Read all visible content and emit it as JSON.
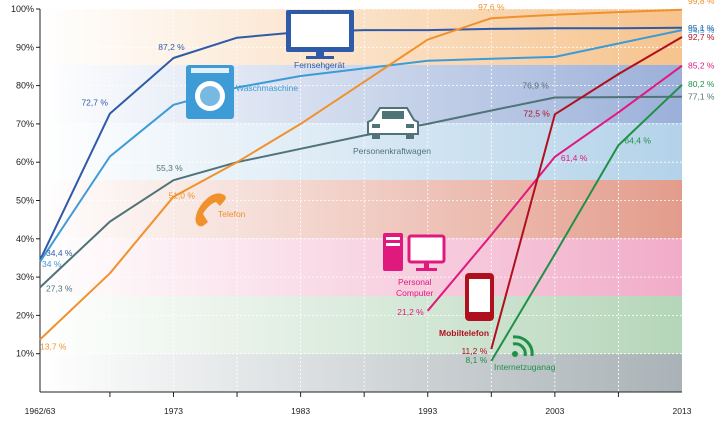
{
  "chart_data": {
    "type": "line",
    "title": "",
    "xlabel": "",
    "ylabel": "",
    "ylim": [
      0,
      100
    ],
    "xlim": [
      1962.5,
      2013
    ],
    "y_ticks": [
      "10%",
      "20%",
      "30%",
      "40%",
      "50%",
      "60%",
      "70%",
      "80%",
      "90%",
      "100%"
    ],
    "x_ticks": [
      {
        "x": 1962.5,
        "label": "1962/63"
      },
      {
        "x": 1973,
        "label": "1973"
      },
      {
        "x": 1983,
        "label": "1983"
      },
      {
        "x": 1993,
        "label": "1993"
      },
      {
        "x": 2003,
        "label": "2003"
      },
      {
        "x": 2013,
        "label": "2013"
      }
    ],
    "grid": true,
    "legend": "inline labels with icons",
    "series": [
      {
        "name": "Fernsehgerät",
        "color": "#2e5aa8",
        "icon": "television-icon",
        "points": [
          [
            1962.5,
            34.4
          ],
          [
            1968,
            72.7
          ],
          [
            1973,
            87.2
          ],
          [
            1978,
            92.5
          ],
          [
            1983,
            94.0
          ],
          [
            1988,
            94.5
          ],
          [
            1993,
            94.5
          ],
          [
            1998,
            94.8
          ],
          [
            2003,
            95.0
          ],
          [
            2008,
            95.0
          ],
          [
            2013,
            95.1
          ]
        ],
        "labels": [
          {
            "x": 1962.5,
            "y": 34.4,
            "text": "34,4 %"
          },
          {
            "x": 1968,
            "y": 72.7,
            "text": "72,7 %"
          },
          {
            "x": 1973,
            "y": 87.2,
            "text": "87,2 %"
          },
          {
            "x": 2013,
            "y": 95.1,
            "text": "95,1 %"
          }
        ]
      },
      {
        "name": "Waschmaschine",
        "color": "#3d9bd6",
        "icon": "washing-machine-icon",
        "points": [
          [
            1962.5,
            34.0
          ],
          [
            1968,
            61.5
          ],
          [
            1973,
            75.0
          ],
          [
            1978,
            79.5
          ],
          [
            1983,
            82.5
          ],
          [
            1988,
            84.5
          ],
          [
            1993,
            86.5
          ],
          [
            1998,
            87.0
          ],
          [
            2003,
            87.5
          ],
          [
            2008,
            91.0
          ],
          [
            2013,
            94.5
          ]
        ],
        "labels": [
          {
            "x": 1962.5,
            "y": 34.0,
            "text": "34 %"
          },
          {
            "x": 2013,
            "y": 94.5,
            "text": "94,5 %"
          }
        ]
      },
      {
        "name": "Personenkraftwagen",
        "color": "#4f7377",
        "icon": "car-icon",
        "points": [
          [
            1962.5,
            27.3
          ],
          [
            1968,
            44.5
          ],
          [
            1973,
            55.3
          ],
          [
            1978,
            60.0
          ],
          [
            1983,
            63.5
          ],
          [
            1988,
            67.0
          ],
          [
            1993,
            70.0
          ],
          [
            1998,
            73.5
          ],
          [
            2003,
            76.9
          ],
          [
            2008,
            77.0
          ],
          [
            2013,
            77.1
          ]
        ],
        "labels": [
          {
            "x": 1962.5,
            "y": 27.3,
            "text": "27,3 %"
          },
          {
            "x": 1973,
            "y": 55.3,
            "text": "55,3 %"
          },
          {
            "x": 2003,
            "y": 76.9,
            "text": "76,9 %"
          },
          {
            "x": 2013,
            "y": 77.1,
            "text": "77,1 %"
          }
        ]
      },
      {
        "name": "Telefon",
        "color": "#f0912c",
        "icon": "telephone-icon",
        "points": [
          [
            1962.5,
            13.7
          ],
          [
            1968,
            31.0
          ],
          [
            1973,
            51.0
          ],
          [
            1978,
            60.0
          ],
          [
            1983,
            70.0
          ],
          [
            1988,
            81.0
          ],
          [
            1993,
            92.0
          ],
          [
            1998,
            97.6
          ],
          [
            2003,
            98.5
          ],
          [
            2008,
            99.2
          ],
          [
            2013,
            99.8
          ]
        ],
        "labels": [
          {
            "x": 1962.5,
            "y": 13.7,
            "text": "13,7 %"
          },
          {
            "x": 1973,
            "y": 51.0,
            "text": "51,0 %"
          },
          {
            "x": 1998,
            "y": 97.6,
            "text": "97,6 %"
          },
          {
            "x": 2013,
            "y": 99.8,
            "text": "99,8 %"
          }
        ]
      },
      {
        "name": "Personal Computer",
        "color": "#e0197e",
        "icon": "computer-icon",
        "points": [
          [
            1993,
            21.2
          ],
          [
            1998,
            41.0
          ],
          [
            2003,
            61.4
          ],
          [
            2008,
            73.0
          ],
          [
            2013,
            85.2
          ]
        ],
        "labels": [
          {
            "x": 1993,
            "y": 21.2,
            "text": "21,2 %"
          },
          {
            "x": 2003,
            "y": 61.4,
            "text": "61,4 %"
          },
          {
            "x": 2013,
            "y": 85.2,
            "text": "85,2 %"
          }
        ]
      },
      {
        "name": "Mobiltelefon",
        "color": "#b0101e",
        "icon": "mobile-phone-icon",
        "points": [
          [
            1998,
            11.2
          ],
          [
            2003,
            72.5
          ],
          [
            2008,
            83.0
          ],
          [
            2013,
            92.7
          ]
        ],
        "labels": [
          {
            "x": 1998,
            "y": 11.2,
            "text": "11,2 %"
          },
          {
            "x": 2003,
            "y": 72.5,
            "text": "72,5 %"
          },
          {
            "x": 2013,
            "y": 92.7,
            "text": "92,7 %"
          }
        ]
      },
      {
        "name": "Internetzuganag",
        "color": "#1f9147",
        "icon": "wifi-icon",
        "points": [
          [
            1998,
            8.1
          ],
          [
            2003,
            36.0
          ],
          [
            2008,
            64.4
          ],
          [
            2013,
            80.2
          ]
        ],
        "labels": [
          {
            "x": 1998,
            "y": 8.1,
            "text": "8,1 %"
          },
          {
            "x": 2008,
            "y": 64.4,
            "text": "64,4 %"
          },
          {
            "x": 2013,
            "y": 80.2,
            "text": "80,2 %"
          }
        ]
      }
    ]
  }
}
